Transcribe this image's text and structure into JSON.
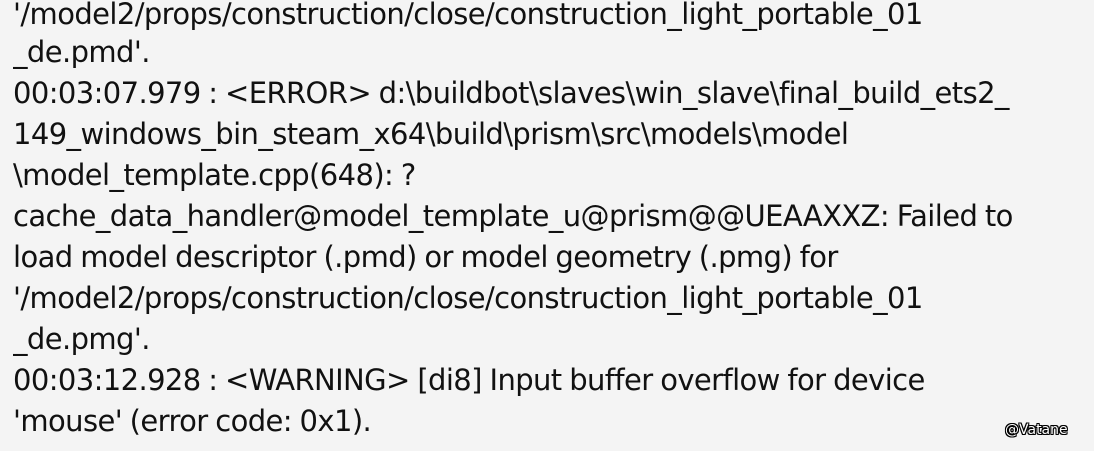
{
  "log": {
    "lines": [
      "'/model2/props/construction/close/construction_light_portable_01",
      "_de.pmd'.",
      "00:03:07.979 : <ERROR> d:\\buildbot\\slaves\\win_slave\\final_build_ets2_",
      "149_windows_bin_steam_x64\\build\\prism\\src\\models\\model",
      "\\model_template.cpp(648): ?",
      "cache_data_handler@model_template_u@prism@@UEAAXXZ: Failed to",
      "load model descriptor (.pmd) or model geometry (.pmg) for",
      "'/model2/props/construction/close/construction_light_portable_01",
      "_de.pmg'.",
      "00:03:12.928 : <WARNING> [di8] Input buffer overflow for device",
      "'mouse' (error code: 0x1)."
    ]
  },
  "watermark": "@Vatane"
}
